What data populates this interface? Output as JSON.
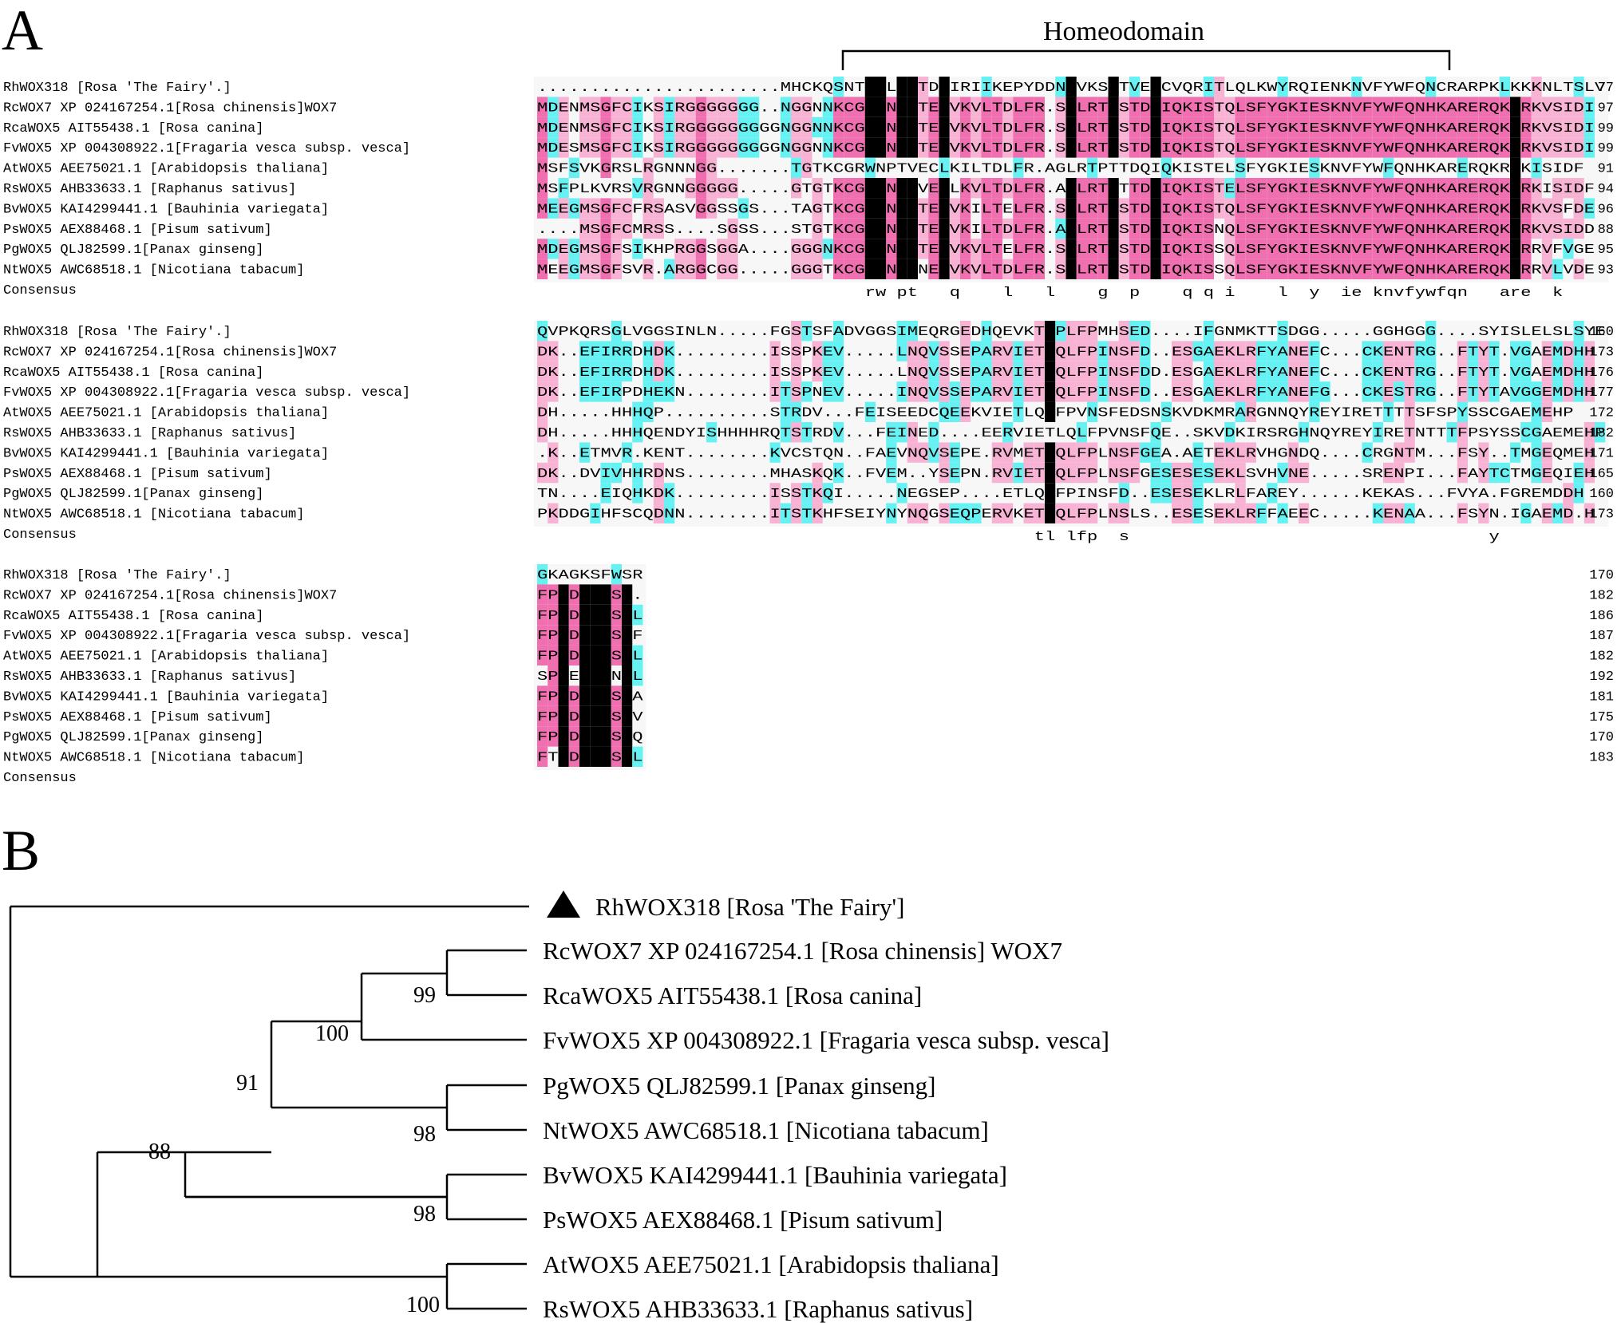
{
  "panel_a_label": "A",
  "panel_b_label": "B",
  "homeodomain_label": "Homeodomain",
  "consensus_label": "Consensus",
  "alignment_names": [
    "RhWOX318 [Rosa 'The Fairy'.]",
    "RcWOX7 XP 024167254.1[Rosa chinensis]WOX7",
    "RcaWOX5 AIT55438.1 [Rosa canina]",
    "FvWOX5 XP 004308922.1[Fragaria vesca subsp. vesca]",
    "AtWOX5 AEE75021.1 [Arabidopsis thaliana]",
    "RsWOX5 AHB33633.1 [Raphanus sativus]",
    "BvWOX5 KAI4299441.1  [Bauhinia variegata]",
    "PsWOX5 AEX88468.1  [Pisum sativum]",
    "PgWOX5 QLJ82599.1[Panax ginseng]",
    "NtWOX5 AWC68518.1 [Nicotiana tabacum]"
  ],
  "blocks": [
    {
      "sequences": [
        ".......................MHCKQSNTRWLPTTDCIRIIKEPYDDNGVKSPTVEQCVQRITLQLKWYRQIENKNVFYWFQNCRARPKLKKKNLTSLV",
        "MDENMSGFCIKSIRGGGGGGG..NGGNNKCGRWNPTTECVKVLTDLFR.SGLRTPSTDQIQKISTQLSFYGKIESKNVFYWFQNHKARERQKRRKVSIDI",
        "MDENMSGFCIKSIRGGGGGGGGGNGGNNKCGRWNPTTECVKVLTDLFR.SGLRTPSTDQIQKISTQLSFYGKIESKNVFYWFQNHKARERQKRRKVSIDI",
        "MDESMSGFCIKSIRGGGGGGGGGNGGNNKCGRWNPTTECVKVLTDLFR.SGLRTPSTDQIQKISTQLSFYGKIESKNVFYWFQNHKARERQKRRKVSIDI",
        "MSFSVKGRSLRGNNNGG.......TGTKCGRWNPTVECLKILTDLFR.AGLRTPTTDQIQKISTELSFYGKIESKNVFYWFQNHKARERQKRRKISIDF",
        "MSFPLKVRSVRGNNGGGGG.....GTGTKCGRWNPTVECLKVLTDLFR.AGLRTPTTDQIQKISTELSFYGKIESKNVFYWFQNHKARERQKRRKISIDF",
        "MEEGMSGFCFRSASVGGSSGS...TAGTKCGRWNPTTECVKILTELFR.SGLRTPSTDQIQKISTQLSFYGKIESKNVFYWFQNHKARERQKRRKVSFDE",
        "....MSGFCMRSS....SGSS...STGTKCGRWNPTTECVKILTDLFR.AGLRTPSTDQIQKISNQLSFYGKIESKNVFYWFQNHKARERQKRRKVSIDD",
        "MDEGMSGFSIKHPRGGSGGA....GGGNKCGRWNPTTECVKVLTELFR.SGLRTPSTDQIQKISSQLSFYGKIESKNVFYWFQNHKARERQKRRRVFVGE",
        "MEEGMSGFSVR.ARGGCGG.....GGGTKCGRWNPTNECVKVLTDLFR.SGLRTPSTDQIQKISSQLSFYGKIESKNVFYWFQNHKARERQKRRRVLVDE"
      ],
      "ends": [
        "77",
        "97",
        "99",
        "99",
        "91",
        "94",
        "96",
        "88",
        "95",
        "93"
      ],
      "consensus": "                               rw pt   q    l   l    g  p    q q i    l  y  ie knvfywfqn   are  k         "
    },
    {
      "sequences": [
        "QVPKQRSGLVGGSINLN.....FGSTSFADVGGSIMEQRGEDHQEVKTLPLFPMHSED....IFGNMKTTSDGG.....GGHGGG....SYISLELSLSYE",
        "DK..EFIRRDHDK.........ISSPKEV.....LNQVSSEPARVIETLQLFPINSFD..ESGAEKLRFYANEFC...CKENTRG..FTYT.VGAEMDHH",
        "DK..EFIRRDHDK.........ISSPKEV.....LNQVSSEPARVIETLQLFPINSFDD.ESGAEKLRFYANEFC...CKENTRG..FTYT.VGAEMDHH",
        "DK..EFIRPDHEKN........ITSPNEV.....INQVSSEPARVIETLQLFPINSFD..ESGAEKLRFYANEFG...CKESTRG..FTYTAVGGEMDHH",
        "DH.....HHHQP..........STRDV...FEISEEDCQEEKVIETLQLFPVNSFEDSNSKVDKMRARGNNQYREYIRETTTTSFSPYSSCGAEMEHP",
        "DH.....HHHQENDYISHHHHRQTSTRDV...FEINED....EERVIETLQLFPVNSFQE..SKVDKIRSRGHNQYREYIRETNTTTFPSYSSCGAEMEHP",
        ".K..ETMVR.KENT........KVCSTQN..FAEVNQVSEPE.RVMETLQLFPLNSFGEA.AETEKLRVHGNDQ....CRGNTM...FSY..TMGEQMEH",
        "DK..DVIVHHRDNS........MHASKQK..FVEM..YSEPN.RVIETLQLFPLNSFGESESESEKLSVHVNE.....SRENPI...FAYTCTMGEQIEH",
        "TN....EIQHKDK.........ISSTKQI.....NEGSEP....ETLQLFPINSFD..ESESEKLRLFAREY......KEKAS...FVYA.FGREMDDH",
        "PKDDGIHFSCQDNN........ITSTKHFSEIYNYNQGSEQPERVKETLQLFPLNSLS..ESESEKLRFFAEEC.....KENAA...FSYN.IGAEMD.H"
      ],
      "ends": [
        "160",
        "173",
        "176",
        "177",
        "172",
        "182",
        "171",
        "165",
        "160",
        "173"
      ],
      "consensus": "                                               tl lfp  s                                  y          "
    },
    {
      "sequences": [
        "GKAGKSFWSR",
        "FPLDLRLSF.",
        "FPLDLRLSFL",
        "FPLDLRLSFF",
        "FPLDLRLSFL",
        "SPLELRLNFL",
        "FPLDLRLSFA",
        "FPLDLRLSFV",
        "FPLDLRLSFQ",
        "FTLDLRLSFL"
      ],
      "ends": [
        "170",
        "182",
        "186",
        "187",
        "182",
        "192",
        "181",
        "175",
        "170",
        "183"
      ],
      "consensus": ""
    }
  ],
  "tree": {
    "taxa": [
      "RhWOX318 [Rosa 'The Fairy']",
      "RcWOX7 XP 024167254.1 [Rosa chinensis] WOX7",
      "RcaWOX5 AIT55438.1 [Rosa canina]",
      "FvWOX5 XP 004308922.1 [Fragaria vesca subsp. vesca]",
      "PgWOX5 QLJ82599.1 [Panax ginseng]",
      "NtWOX5 AWC68518.1 [Nicotiana tabacum]",
      "BvWOX5 KAI4299441.1 [Bauhinia variegata]",
      "PsWOX5 AEX88468.1 [Pisum sativum]",
      "AtWOX5 AEE75021.1 [Arabidopsis thaliana]",
      "RsWOX5 AHB33633.1 [Raphanus sativus]"
    ],
    "highlighted_taxon_marker": "triangle",
    "bootstrap": [
      "99",
      "100",
      "91",
      "98",
      "88",
      "98",
      "100"
    ]
  },
  "colors": {
    "black": "#000000",
    "pink": "#f06fb0",
    "light_pink": "#f7b2d4",
    "cyan": "#66f2f2",
    "navy": "#0a0a33"
  }
}
